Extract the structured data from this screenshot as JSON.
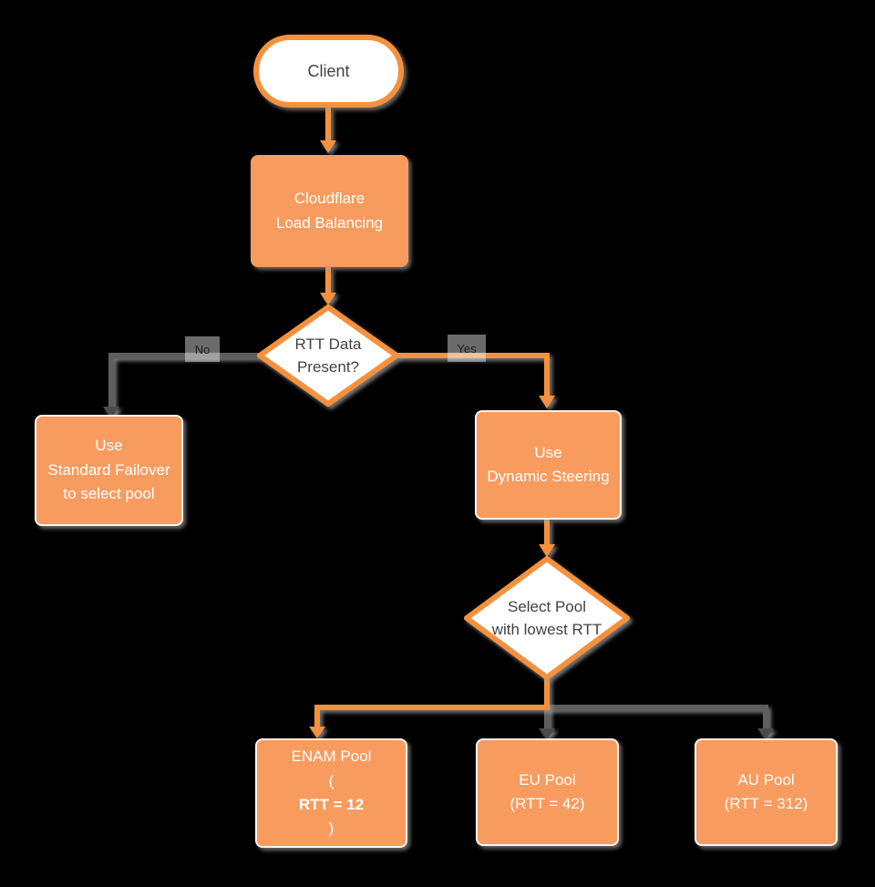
{
  "colors": {
    "background": "#000000",
    "orange_fill": "#F89B5F",
    "orange_stroke": "#F5913E",
    "gray_line": "#5E5E5E",
    "dark_text": "#424242",
    "white_text": "#FFFFFF"
  },
  "nodes": {
    "client": {
      "label": "Client"
    },
    "load_balancing": {
      "line1": "Cloudflare",
      "line2": "Load Balancing"
    },
    "rtt_decision": {
      "line1": "RTT Data",
      "line2": "Present?"
    },
    "standard_failover": {
      "line1": "Use",
      "line2": "Standard Failover",
      "line3": "to select pool"
    },
    "dynamic_steering": {
      "line1": "Use",
      "line2": "Dynamic Steering"
    },
    "select_pool": {
      "line1": "Select Pool",
      "line2": "with lowest RTT"
    },
    "enam_pool": {
      "line1": "ENAM Pool",
      "paren_open": "(",
      "rtt_bold": "RTT = 12",
      "paren_close": ")"
    },
    "eu_pool": {
      "line1": "EU Pool",
      "line2": "(RTT = 42)"
    },
    "au_pool": {
      "line1": "AU Pool",
      "line2": "(RTT = 312)"
    }
  },
  "edge_labels": {
    "no": "No",
    "yes": "Yes"
  }
}
